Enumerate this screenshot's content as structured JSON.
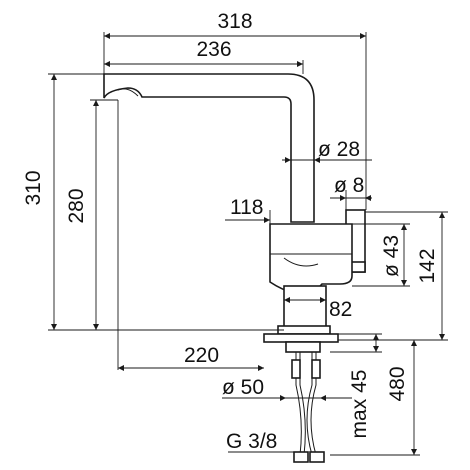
{
  "dimensions": {
    "overall_width": "318",
    "spout_reach": "236",
    "overall_height": "310",
    "spout_height": "280",
    "spout_diameter": "ø 28",
    "lever_diameter": "ø 8",
    "body_offset": "118",
    "body_diameter": "ø 43",
    "body_height": "142",
    "base_width": "82",
    "under_counter": "220",
    "hole_diameter": "ø 50",
    "max_thickness": "max 45",
    "hose_length": "480",
    "connection": "G 3/8"
  }
}
